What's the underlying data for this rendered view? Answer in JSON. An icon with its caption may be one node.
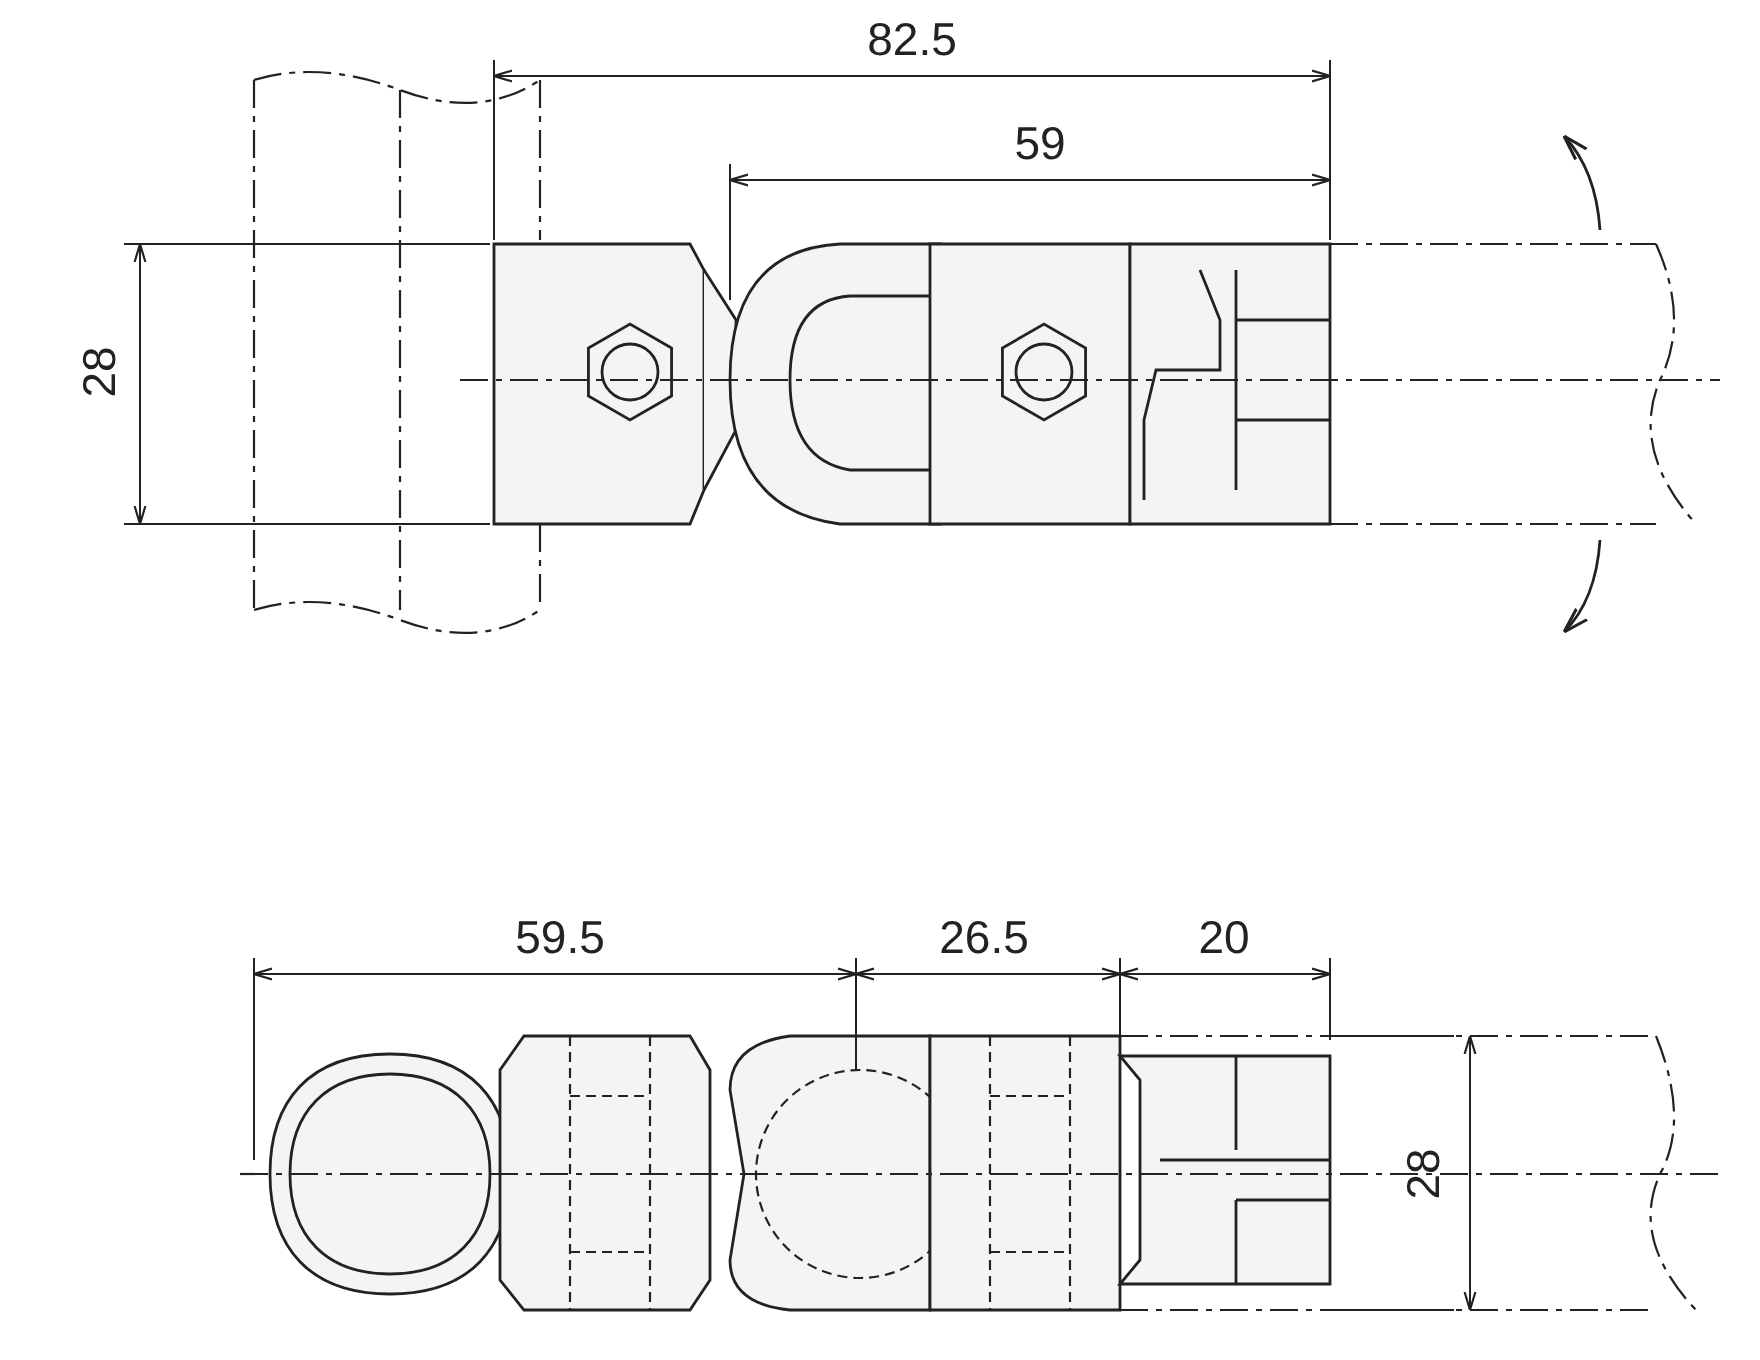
{
  "diagram": {
    "labels": [
      "82.5",
      "59",
      "28",
      "59.5",
      "26.5",
      "20",
      "28"
    ]
  }
}
